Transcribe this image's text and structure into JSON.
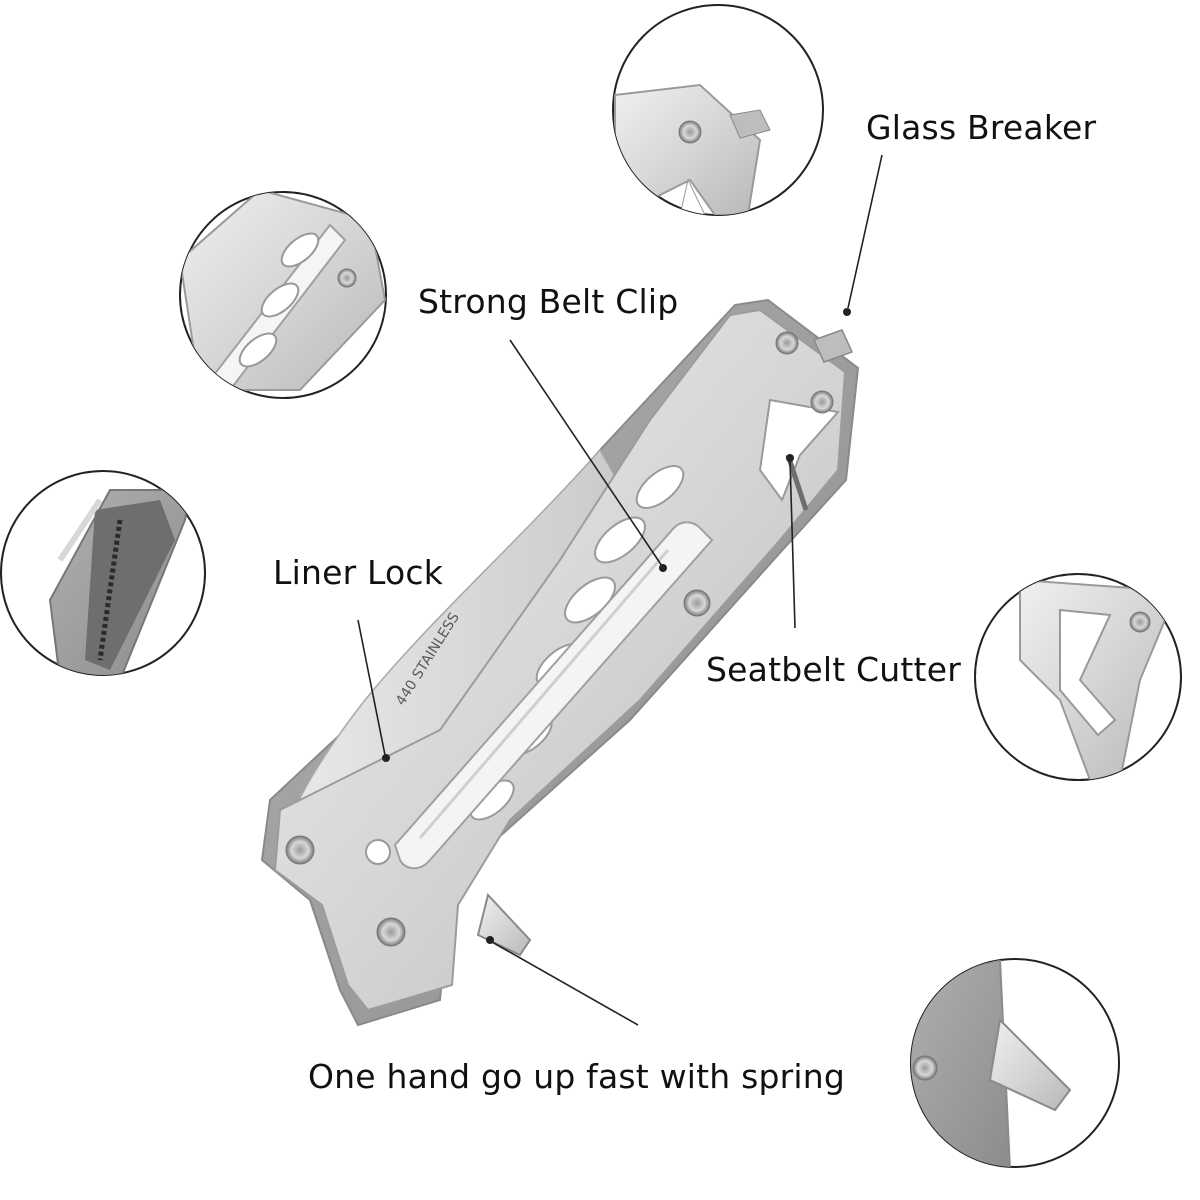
{
  "labels": {
    "glass_breaker": "Glass Breaker",
    "belt_clip": "Strong Belt Clip",
    "liner_lock": "Liner Lock",
    "seatbelt_cutter": "Seatbelt Cutter",
    "one_hand": "One hand go up fast with spring"
  },
  "blade_stamp": "440 STAINLESS",
  "colors": {
    "background": "#ffffff",
    "steel_light": "#e4e4e4",
    "steel_mid": "#cfcfcf",
    "steel_dark": "#9a9a9a",
    "leader_line": "#222222"
  }
}
